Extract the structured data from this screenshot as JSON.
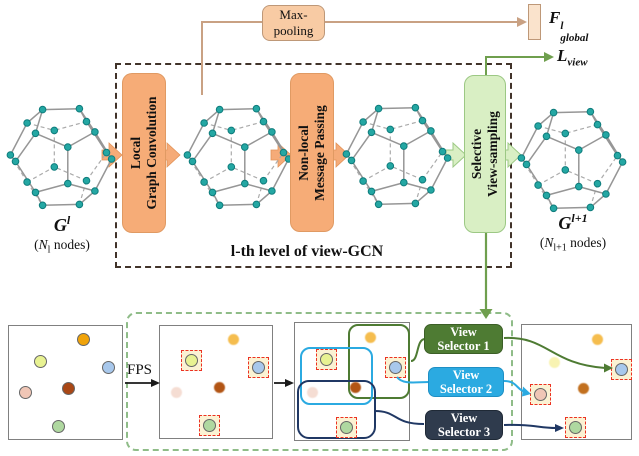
{
  "maxpool": {
    "line1": "Max-",
    "line2": "pooling"
  },
  "f_global": {
    "base": "F",
    "sup": "l",
    "sub": "global"
  },
  "l_view": {
    "base": "L",
    "sub": "view"
  },
  "level_caption": "l-th level of view-GCN",
  "blocks": {
    "local": {
      "line1": "Local",
      "line2": "Graph Convolution"
    },
    "nonlocal": {
      "line1": "Non-local",
      "line2": "Message Passing"
    },
    "selective": {
      "line1": "Selective",
      "line2": "View-sampling"
    }
  },
  "graph_in": {
    "base": "G",
    "sup": "l",
    "cap_pre": "(",
    "cap_var": "N",
    "cap_sub": "l",
    "cap_post": " nodes)"
  },
  "graph_out": {
    "base": "G",
    "sup": "l+1",
    "cap_pre": "(",
    "cap_var": "N",
    "cap_sub": "l+1",
    "cap_post": " nodes)"
  },
  "bottom": {
    "fps": "FPS",
    "selectors": [
      {
        "line1": "View",
        "line2": "Selector 1",
        "color": "#4E7B33"
      },
      {
        "line1": "View",
        "line2": "Selector 2",
        "color": "#2BAAE1"
      },
      {
        "line1": "View",
        "line2": "Selector 3",
        "color": "#2F3B4D"
      }
    ],
    "dot_colors": {
      "orange": "#F0A30A",
      "yellow_green": "#E8F292",
      "blue": "#A8C8EC",
      "brown": "#A94715",
      "pink": "#F0C6B6",
      "green": "#AFD8A0"
    },
    "boxes": [
      {
        "id": "input-views",
        "boxed": [],
        "faded": []
      },
      {
        "id": "fps-sampled-views",
        "boxed": [
          "yellow_green",
          "blue",
          "green"
        ],
        "faded": [
          "orange",
          "pink",
          "brown"
        ]
      },
      {
        "id": "grouped-views",
        "boxed": [
          "yellow_green",
          "blue",
          "green"
        ],
        "faded": [
          "orange",
          "pink",
          "brown"
        ]
      },
      {
        "id": "output-views",
        "boxed": [
          "blue",
          "pink",
          "green"
        ],
        "faded": [
          "orange",
          "yellow_green",
          "brown"
        ]
      }
    ],
    "red_box_color": "#EC3223"
  },
  "colors": {
    "orange_block": "#F6AC77",
    "green_block": "#D9EFC4",
    "tan_line": "#C9A183",
    "green_line": "#6F9F4E",
    "main_dashed": "#41332A",
    "green_dashed": "#8FBC88",
    "node_teal": "#24A7A3"
  }
}
